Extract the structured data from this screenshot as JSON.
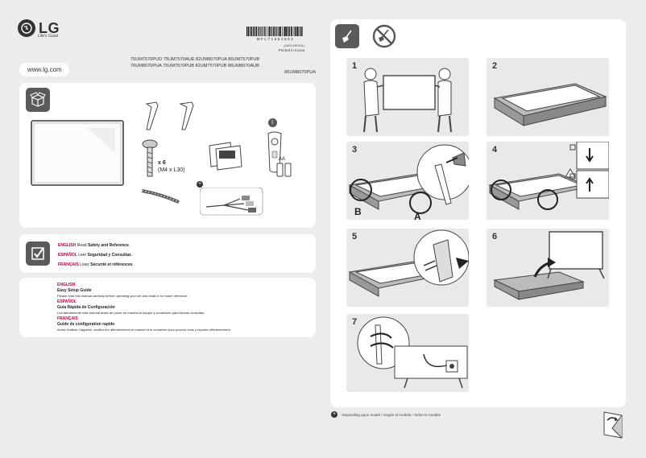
{
  "brand": {
    "logo": "LG",
    "tagline": "Life's Good"
  },
  "barcode": {
    "code": "MFL71651502",
    "sub_code": "(1903-REV01)",
    "printed": "Printed in Korea"
  },
  "website": "www.lg.com",
  "models": {
    "line1": "75UM7570PUD 75UM7570AUE 82UM8070PUA 86UM7570PUB",
    "line2": "75UM8070PUA 75UM7570PUB 82UM7570PUB 86UM8070AUB",
    "line3": "86UM8070PUA"
  },
  "box_contents": {
    "screw_count": "x 6",
    "screw_spec": "(M4 x L30)",
    "battery_label": "AA"
  },
  "manual_refs": [
    {
      "lang": "ENGLISH",
      "text_pre": "Read ",
      "text_bold": "Safety and Reference",
      "text_post": "."
    },
    {
      "lang": "ESPAÑOL",
      "text_pre": "Leer ",
      "text_bold": "Seguridad y Consultas",
      "text_post": "."
    },
    {
      "lang": "FRANÇAIS",
      "text_pre": "Lisez ",
      "text_bold": "Sécurité et références",
      "text_post": "."
    }
  ],
  "guides": [
    {
      "lang": "ENGLISH",
      "title": "Easy Setup Guide",
      "body": "Please read this manual carefully before operating your set and retain it for future reference."
    },
    {
      "lang": "ESPAÑOL",
      "title": "Guía Rápida de Configuración",
      "body": "Lea atentamente este manual antes de poner en marcha el equipo y consérvelo para futuras consultas."
    },
    {
      "lang": "FRANÇAIS",
      "title": "Guide de configuration rapide",
      "body": "Avant d'utiliser l'appareil, veuillez lire attentivement ce manuel et le conserver pour pouvoir vous y reporter ultérieurement."
    }
  ],
  "steps": [
    {
      "num": "1"
    },
    {
      "num": "2"
    },
    {
      "num": "3",
      "label_b": "B",
      "label_a": "A"
    },
    {
      "num": "4"
    },
    {
      "num": "5"
    },
    {
      "num": "6"
    },
    {
      "num": "7"
    }
  ],
  "footnote": ": Depending upon model / Según el modelo / Selon le modèle",
  "colors": {
    "background": "#ececec",
    "panel": "#ffffff",
    "step_bg": "#e9e9e9",
    "accent": "#c0004a",
    "icon_dark": "#5a5a5a"
  },
  "icons": [
    "box-icon",
    "checklist-icon",
    "broom-icon",
    "no-broom-icon",
    "bluetooth-icon",
    "plus-icon",
    "page-turn-icon"
  ]
}
